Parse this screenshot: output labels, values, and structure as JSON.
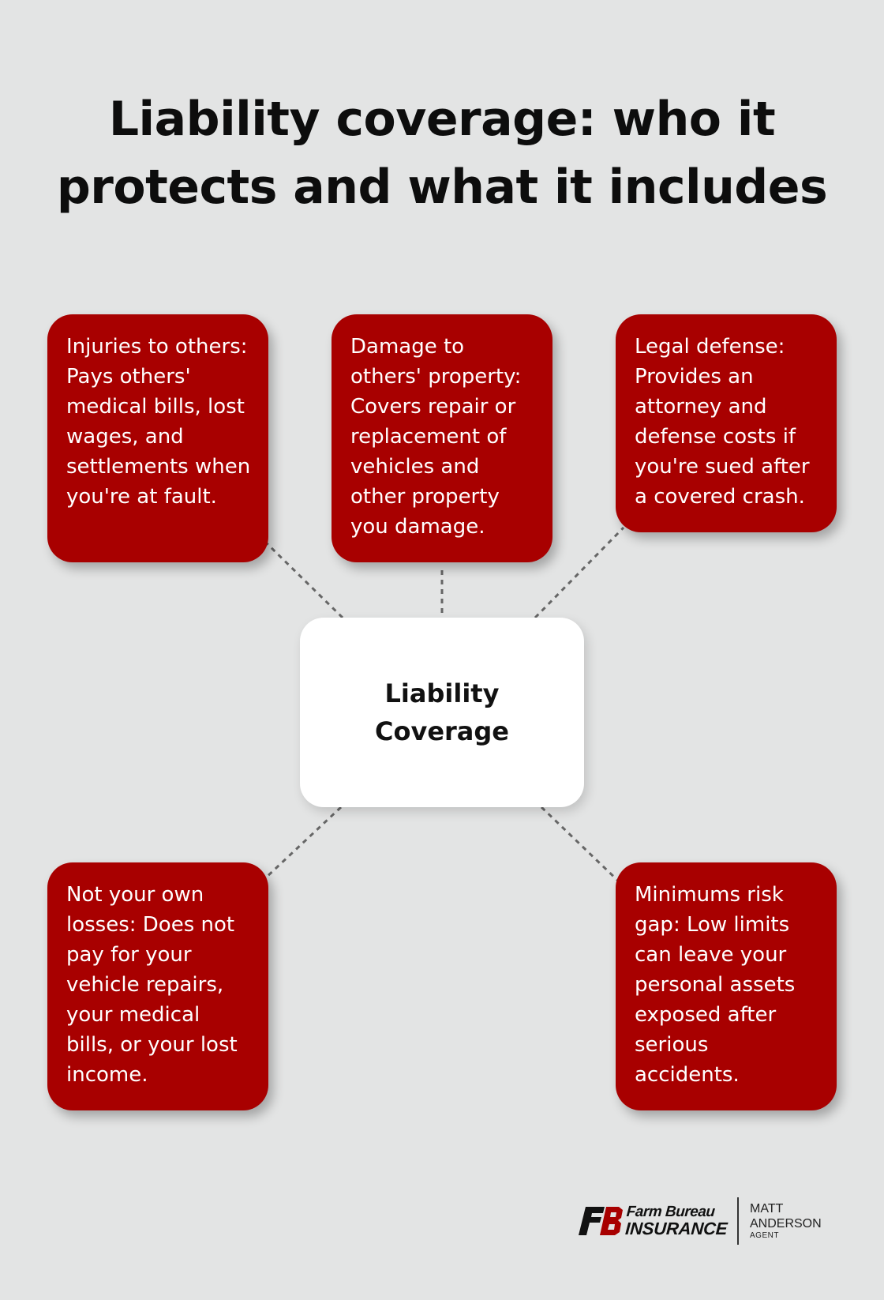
{
  "title": "Liability coverage: who it protects and what it includes",
  "center": {
    "label": "Liability Coverage"
  },
  "items": [
    {
      "text": "Injuries to others: Pays others' medical bills, lost wages, and settlements when you're at fault."
    },
    {
      "text": "Damage to others' property: Covers repair or replacement of vehicles and other property you damage."
    },
    {
      "text": "Legal defense: Provides an attorney and defense costs if you're sued after a covered crash."
    },
    {
      "text": "Not your own losses: Does not pay for your vehicle repairs, your medical bills, or your lost income."
    },
    {
      "text": "Minimums risk gap: Low limits can leave your personal assets exposed after serious accidents."
    }
  ],
  "branding": {
    "company_line1": "Farm Bureau",
    "company_line2": "INSURANCE",
    "agent_first": "MATT",
    "agent_last": "ANDERSON",
    "agent_role": "AGENT"
  },
  "colors": {
    "background": "#e3e4e4",
    "card": "#a80000",
    "center_box": "#ffffff",
    "connector": "#666666",
    "logo": "#a80000"
  }
}
